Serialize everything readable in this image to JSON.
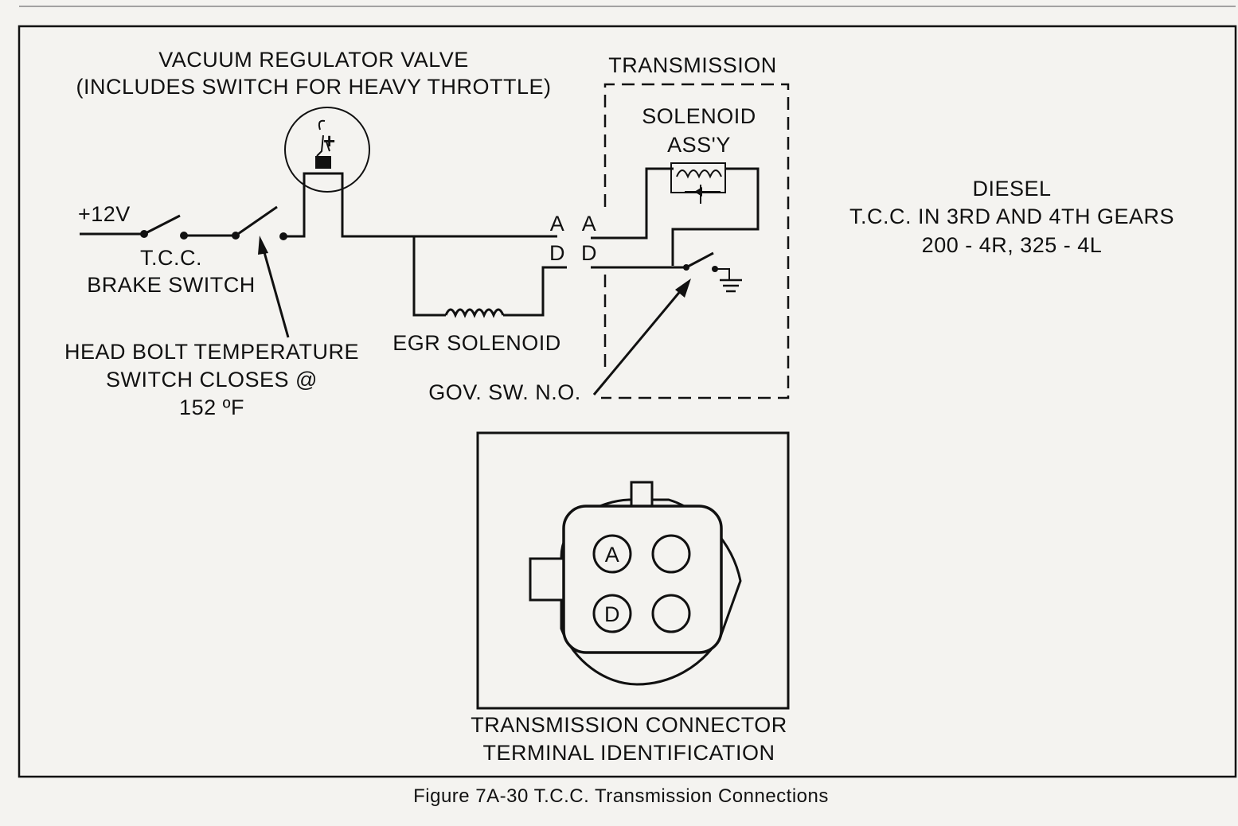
{
  "labels": {
    "vrv_line1": "VACUUM REGULATOR VALVE",
    "vrv_line2": "(INCLUDES SWITCH FOR HEAVY THROTTLE)",
    "transmission": "TRANSMISSION",
    "solenoid_line1": "SOLENOID",
    "solenoid_line2": "ASS'Y",
    "plus12v": "+12V",
    "brake_line1": "T.C.C.",
    "brake_line2": "BRAKE SWITCH",
    "hb_line1": "HEAD BOLT TEMPERATURE",
    "hb_line2": "SWITCH CLOSES @",
    "hb_line3": "152 ºF",
    "egr": "EGR SOLENOID",
    "gov": "GOV. SW. N.O.",
    "pin_a_left": "A",
    "pin_a_right": "A",
    "pin_d_left": "D",
    "pin_d_right": "D",
    "diesel_line1": "DIESEL",
    "diesel_line2": "T.C.C. IN 3RD AND 4TH GEARS",
    "diesel_line3": "200 - 4R, 325 - 4L",
    "connector_pin_a": "A",
    "connector_pin_d": "D",
    "conn_line1": "TRANSMISSION CONNECTOR",
    "conn_line2": "TERMINAL IDENTIFICATION",
    "caption": "Figure 7A-30 T.C.C. Transmission Connections",
    "plus_sign": "+"
  }
}
